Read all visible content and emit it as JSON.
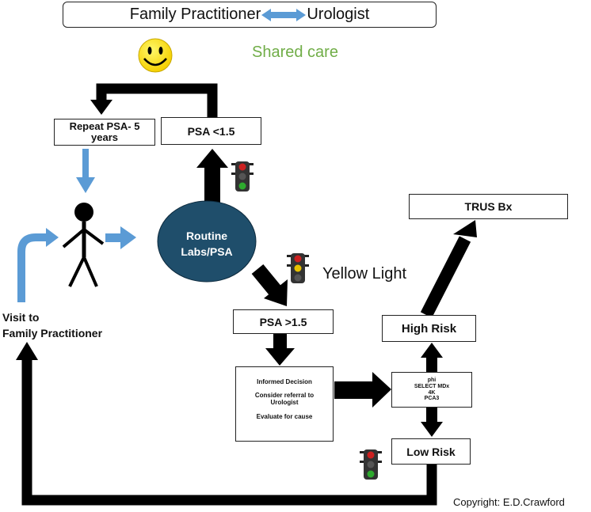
{
  "header": {
    "left_text": "Family Practitioner",
    "right_text": "Urologist",
    "subtitle": "Shared care"
  },
  "nodes": {
    "repeat_psa": "Repeat PSA- 5 years",
    "psa_low": "PSA <1.5",
    "routine_labs_line1": "Routine",
    "routine_labs_line2": "Labs/PSA",
    "yellow_light": "Yellow Light",
    "psa_high": "PSA >1.5",
    "informed_decision": {
      "line1": "Informed Decision",
      "line2": "Consider referral  to",
      "line3": "Urologist",
      "line4": "Evaluate for cause"
    },
    "tests": [
      "phi",
      "SELECT MDx",
      "4K",
      "PCA3"
    ],
    "trus_bx": "TRUS Bx",
    "high_risk": "High Risk",
    "low_risk": "Low Risk",
    "visit_line1": "Visit to",
    "visit_line2": "Family Practitioner"
  },
  "copyright": "Copyright: E.D.Crawford",
  "colors": {
    "blue_arrow": "#5b9bd5",
    "routine_fill": "#1f4e6b",
    "shared_care_green": "#70ad47",
    "smiley_yellow": "#ffe600",
    "traffic_red": "#cc2020",
    "traffic_yellow": "#e8c200",
    "traffic_green": "#2eaa2e"
  },
  "icons": [
    "smiley-face-icon",
    "person-icon",
    "traffic-light-icon"
  ]
}
